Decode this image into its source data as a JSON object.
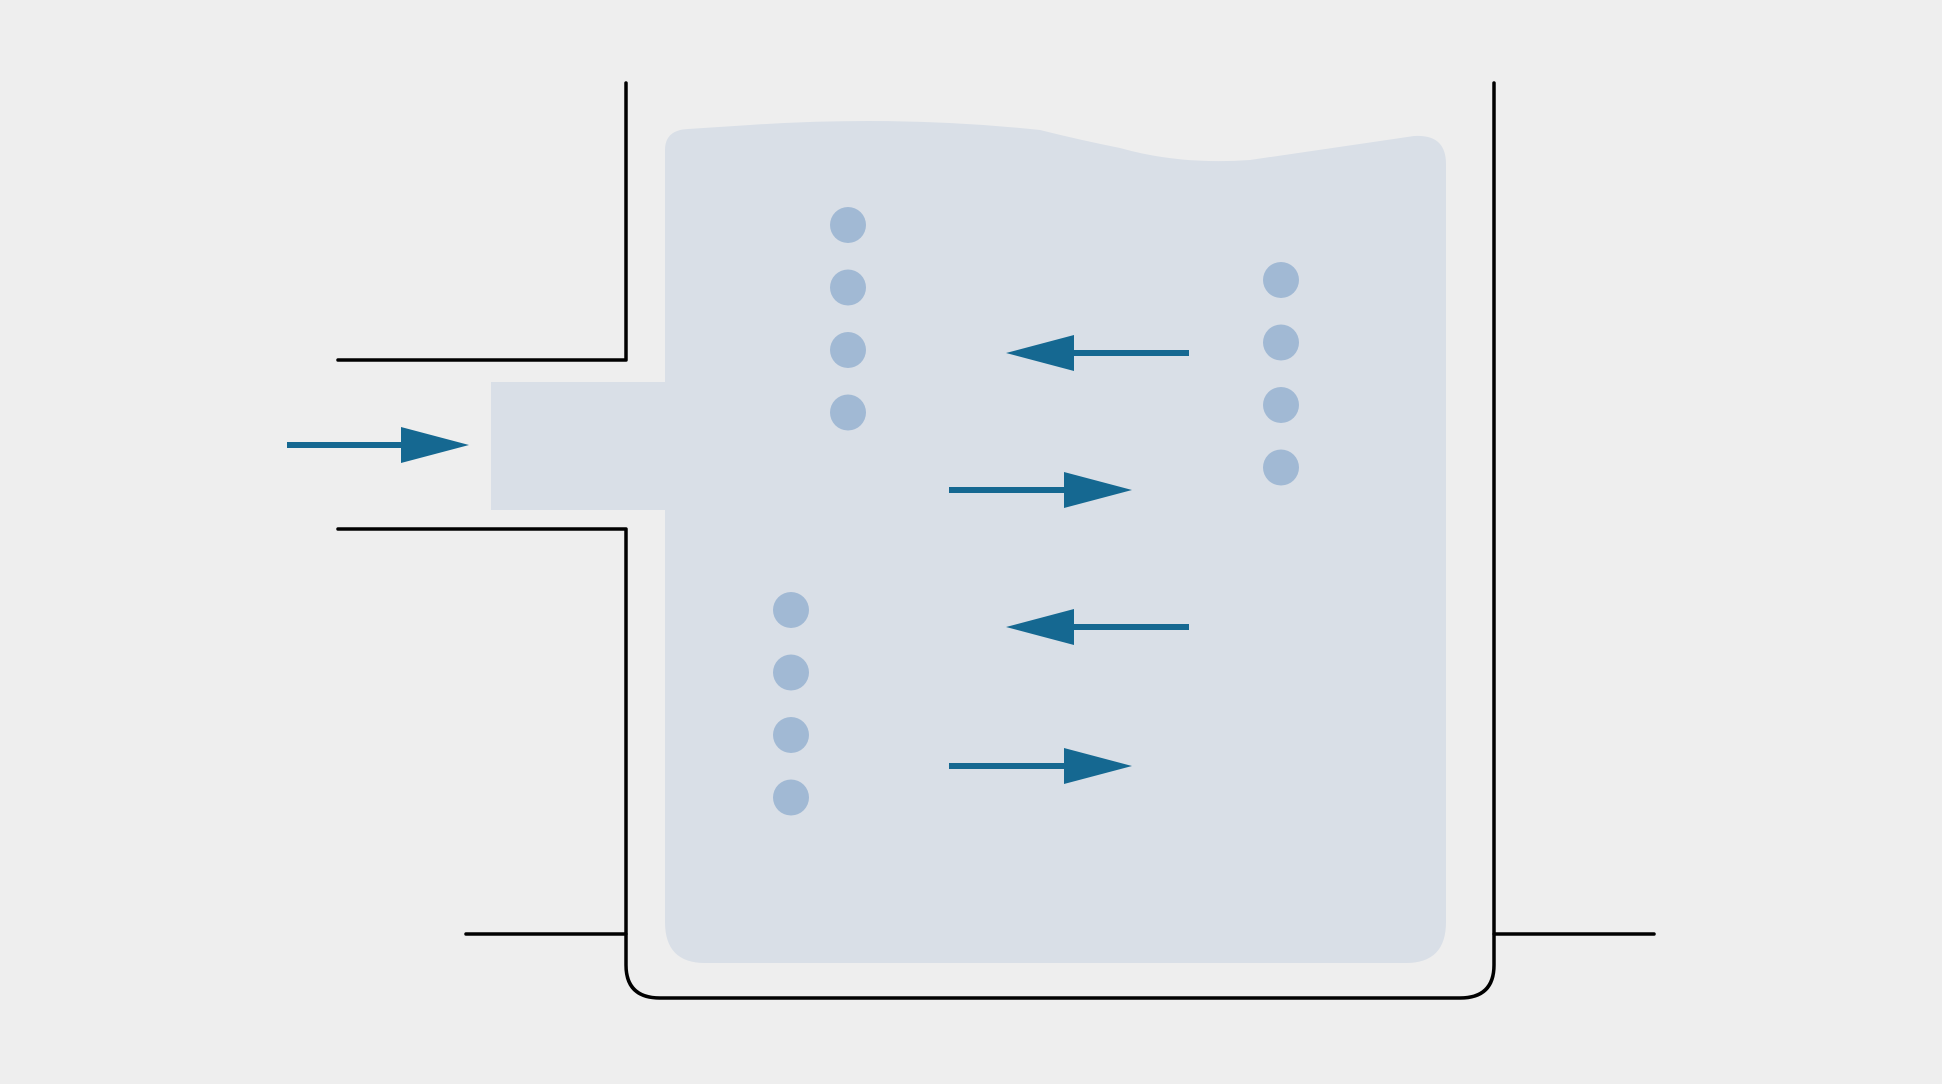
{
  "colors": {
    "background": "#eeeeee",
    "liquid": "#d9dfe7",
    "particle": "#a1b9d4",
    "arrow": "#156891",
    "container_outline": "#000000"
  },
  "flow_arrows": [
    {
      "id": "inlet",
      "direction": "right"
    },
    {
      "id": "flow-1",
      "direction": "left"
    },
    {
      "id": "flow-2",
      "direction": "right"
    },
    {
      "id": "flow-3",
      "direction": "left"
    },
    {
      "id": "flow-4",
      "direction": "right"
    }
  ],
  "particle_columns": [
    {
      "id": "upper-left",
      "count": 4
    },
    {
      "id": "right",
      "count": 4
    },
    {
      "id": "lower-left",
      "count": 4
    }
  ]
}
